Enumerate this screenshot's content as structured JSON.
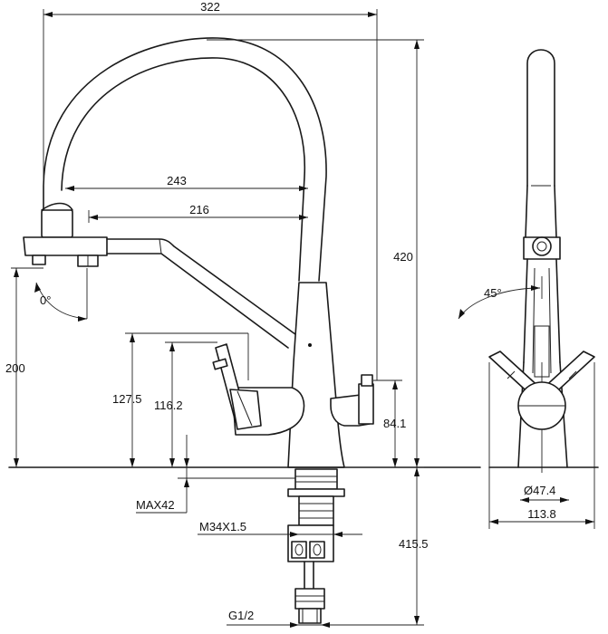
{
  "dimensions": {
    "total_width": "322",
    "spout_reach": "243",
    "filter_reach": "216",
    "total_height": "420",
    "spout_height": "200",
    "filter_handle_height": "127.5",
    "filter_outlet_height": "116.2",
    "handle_height": "84.1",
    "max_thickness": "MAX42",
    "thread": "M34X1.5",
    "hose_thread": "G1/2",
    "below_deck": "415.5",
    "spout_angle": "0°",
    "handle_angle": "45°",
    "base_diameter": "Ø47.4",
    "handle_span": "113.8"
  }
}
